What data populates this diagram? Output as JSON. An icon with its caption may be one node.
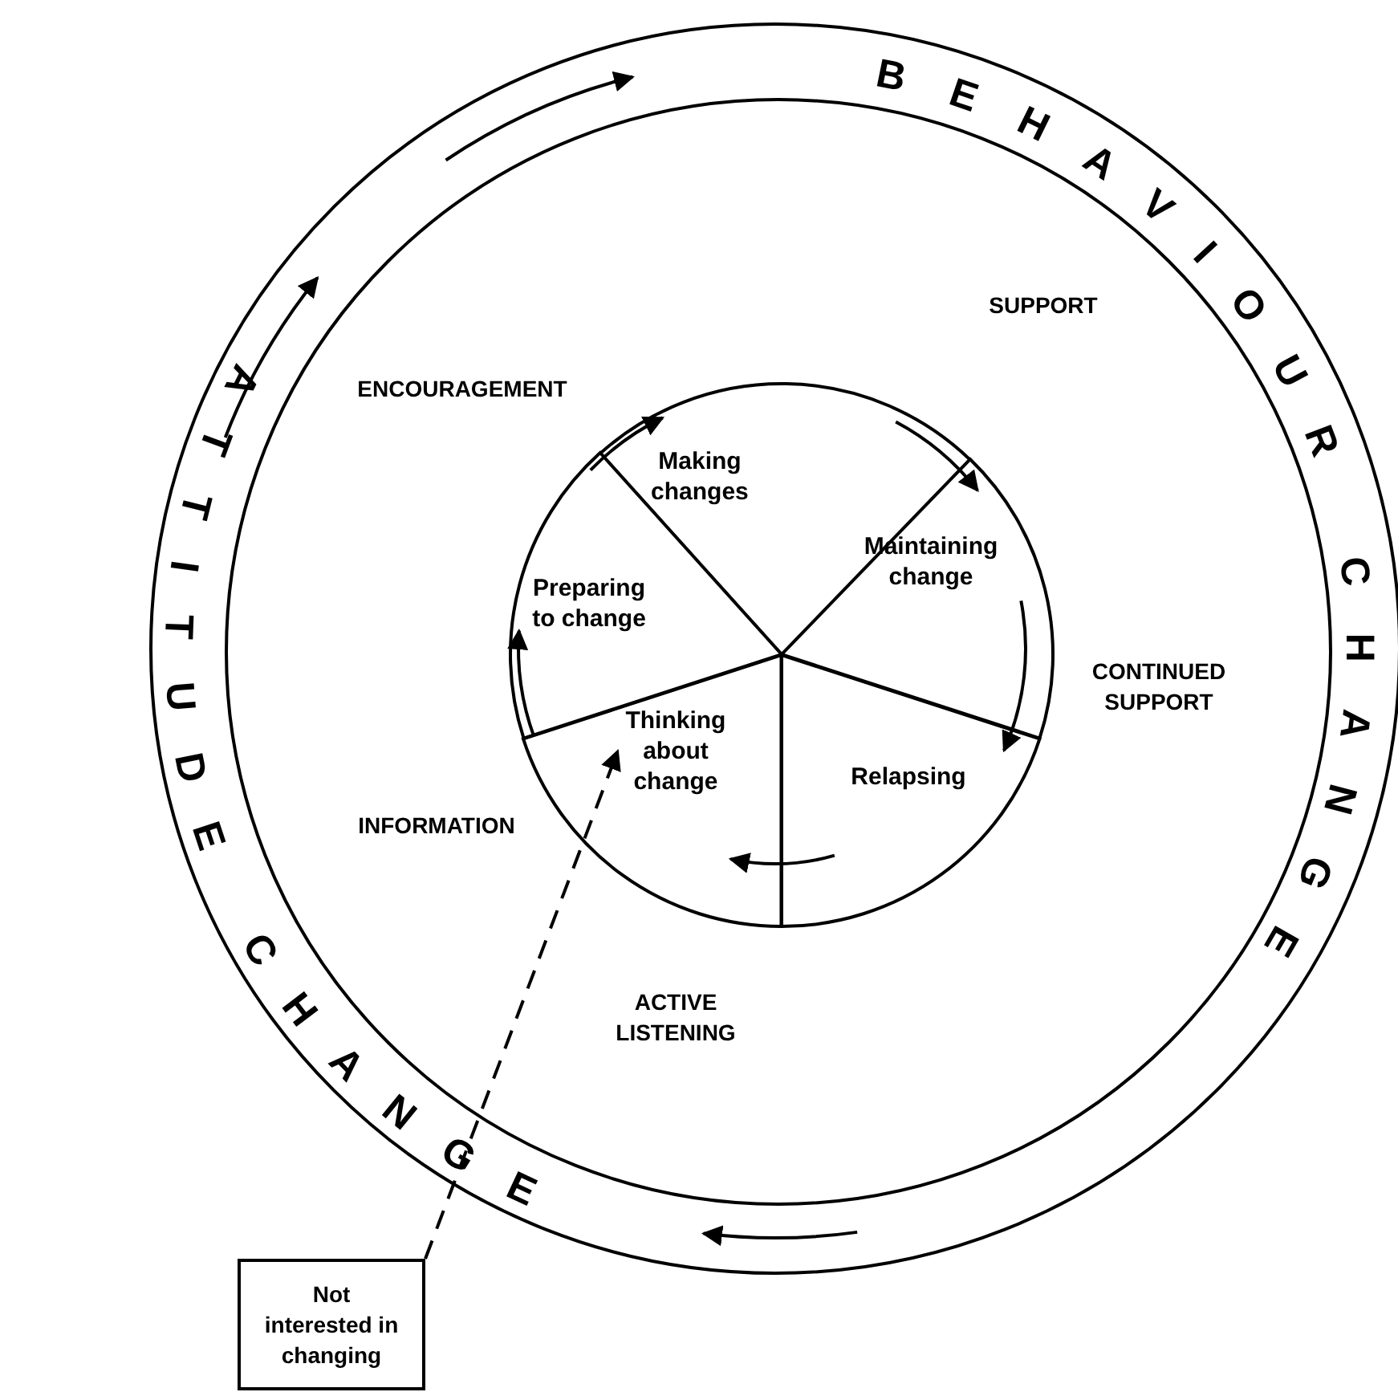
{
  "diagram": {
    "nodes": [
      {
        "text": [],
        "shape": "circle"
      },
      {
        "text": [],
        "shape": "circle",
        "in": 0
      },
      {
        "text": [
          "Making changes"
        ],
        "in": 1
      },
      {
        "text": [
          "Maintaining change"
        ],
        "in": 1
      },
      {
        "text": [
          "Relapsing"
        ],
        "in": 1
      },
      {
        "text": [
          "Thinking about change"
        ],
        "in": 1
      },
      {
        "text": [
          "Preparing to change"
        ],
        "in": 1
      },
      {
        "text": [
          "Not interested in changing"
        ]
      }
    ],
    "edges": [
      {
        "from": 6,
        "to": 2,
        "arrow": "to"
      },
      {
        "from": 2,
        "to": 3,
        "arrow": "to"
      },
      {
        "from": 3,
        "to": 4,
        "arrow": "to"
      },
      {
        "from": 4,
        "to": 5,
        "arrow": "to"
      },
      {
        "from": 5,
        "to": 6,
        "arrow": "to"
      },
      {
        "from": 7,
        "to": 5,
        "arrow": "to",
        "style": "dashed"
      }
    ],
    "labels": [
      "BEHAVIOUR CHANGE",
      "ATTITUDE CHANGE",
      "SUPPORT",
      "ENCOURAGEMENT",
      "CONTINUED SUPPORT",
      "INFORMATION",
      "ACTIVE LISTENING"
    ]
  }
}
